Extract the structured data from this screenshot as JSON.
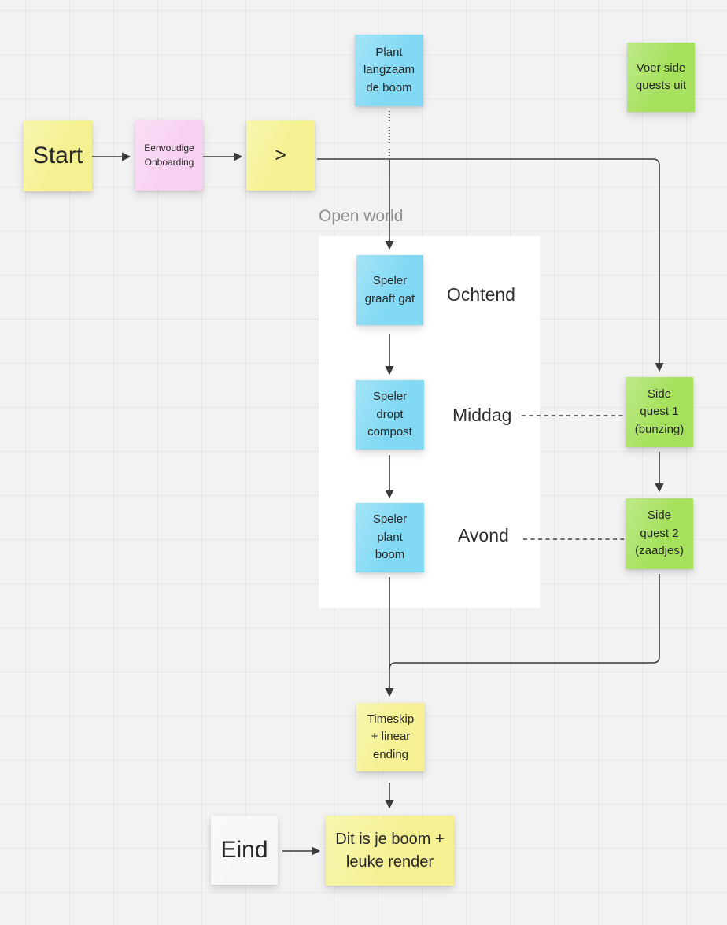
{
  "frame": {
    "label": "Open world"
  },
  "stickies": {
    "start": {
      "text": "Start",
      "color": "#f5f192"
    },
    "onboarding": {
      "text": "Eenvoudige Onboarding",
      "color": "#f8d1f2"
    },
    "gate": {
      "text": ">",
      "color": "#f5f192"
    },
    "plant_langzaam": {
      "text": "Plant langzaam de boom",
      "color": "#82d9f4"
    },
    "voer_side": {
      "text": "Voer side quests uit",
      "color": "#a5e15c"
    },
    "graaft_gat": {
      "text": "Speler graaft gat",
      "color": "#82d9f4"
    },
    "dropt_compost": {
      "text": "Speler dropt compost",
      "color": "#82d9f4"
    },
    "plant_boom": {
      "text": "Speler plant boom",
      "color": "#82d9f4"
    },
    "side_quest_1": {
      "text": "Side quest 1 (bunzing)",
      "color": "#a5e15c"
    },
    "side_quest_2": {
      "text": "Side quest 2 (zaadjes)",
      "color": "#a5e15c"
    },
    "timeskip": {
      "text": "Timeskip + linear ending",
      "color": "#f5f192"
    },
    "eind": {
      "text": "Eind",
      "color": "#f7f7f8"
    },
    "boom_render": {
      "text": "Dit is je boom + leuke render",
      "color": "#f5f192"
    }
  },
  "labels": {
    "ochtend": "Ochtend",
    "middag": "Middag",
    "avond": "Avond"
  },
  "colors": {
    "background": "#f2f2f3",
    "grid_line": "#e7e7e9",
    "connector": "#3b3b3b",
    "frame_white": "#ffffff",
    "frame_label_gray": "#8e9093",
    "sticky_text": "#272727"
  }
}
